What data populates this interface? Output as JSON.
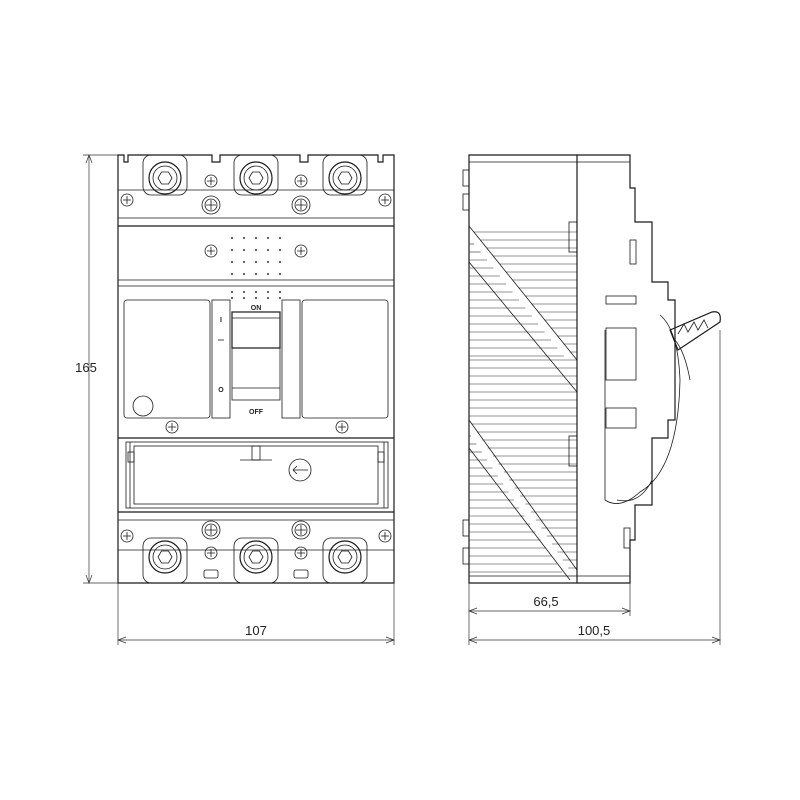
{
  "dimensions": {
    "height": "165",
    "width_front": "107",
    "depth_body": "66,5",
    "depth_total": "100,5"
  },
  "switch_labels": {
    "on": "ON",
    "off": "OFF",
    "on_symbol": "I",
    "off_symbol": "O"
  }
}
